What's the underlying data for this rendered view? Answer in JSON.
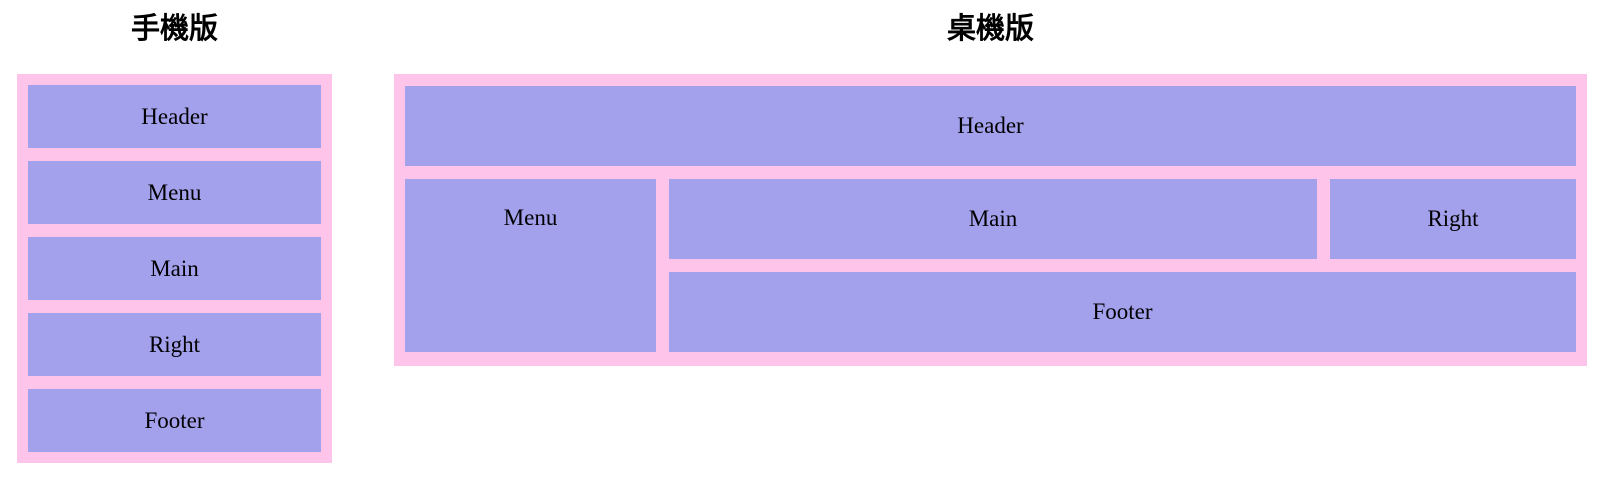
{
  "colors": {
    "container_bg": "#ffc4ea",
    "box_bg": "#a3a0ec",
    "label_color": "#000000",
    "page_bg": "#ffffff"
  },
  "mobile": {
    "title": "手機版",
    "boxes": [
      "Header",
      "Menu",
      "Main",
      "Right",
      "Footer"
    ]
  },
  "desktop": {
    "title": "桌機版",
    "areas": {
      "header": "Header",
      "menu": "Menu",
      "main": "Main",
      "right": "Right",
      "footer": "Footer"
    }
  }
}
